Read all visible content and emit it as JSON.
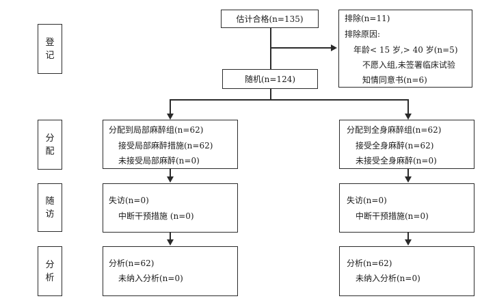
{
  "stages": [
    {
      "chars": [
        "登",
        "记"
      ]
    },
    {
      "chars": [
        "分",
        "配"
      ]
    },
    {
      "chars": [
        "随",
        "访"
      ]
    },
    {
      "chars": [
        "分",
        "析"
      ]
    }
  ],
  "enrollment": {
    "assessed": "估计合格(n=135)",
    "randomized": "随机(n=124)"
  },
  "excluded": {
    "lines": [
      "排除(n=11)",
      "排除原因:",
      "年龄< 15 岁,> 40 岁(n=5)",
      "不愿入组,未签署临床试验",
      "知情同意书(n=6)"
    ]
  },
  "left": {
    "allocation": [
      "分配到局部麻醉组(n=62)",
      "接受局部麻醉措施(n=62)",
      "未接受局部麻醉(n=0)"
    ],
    "followup": [
      "失访(n=0)",
      "中断干预措施 (n=0)"
    ],
    "analysis": [
      "分析(n=62)",
      "未纳入分析(n=0)"
    ]
  },
  "right": {
    "allocation": [
      "分配到全身麻醉组(n=62)",
      "接受全身麻醉(n=62)",
      "未接受全身麻醉(n=0)"
    ],
    "followup": [
      "失访(n=0)",
      "中断干预措施(n=0)"
    ],
    "analysis": [
      "分析(n=62)",
      "未纳入分析(n=0)"
    ]
  }
}
